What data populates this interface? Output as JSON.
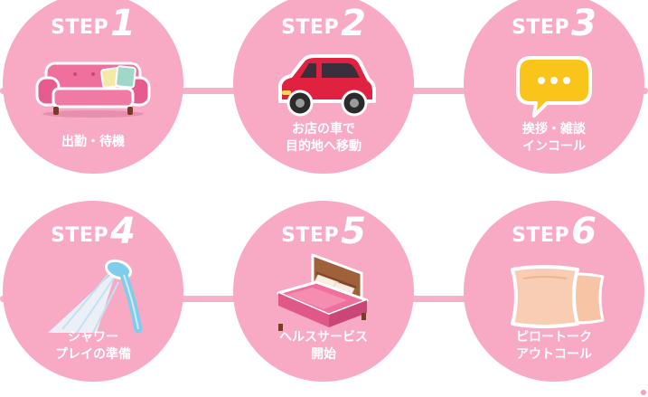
{
  "step_word": "STEP",
  "colors": {
    "circle": "#f8a9c4",
    "connector": "#f6b1c8",
    "text": "#ffffff"
  },
  "steps": [
    {
      "number": "1",
      "lines": [
        "出勤・待機"
      ],
      "icon": "sofa-icon"
    },
    {
      "number": "2",
      "lines": [
        "お店の車で",
        "目的地へ移動"
      ],
      "icon": "car-icon"
    },
    {
      "number": "3",
      "lines": [
        "挨拶・雑談",
        "インコール"
      ],
      "icon": "speech-bubble-icon"
    },
    {
      "number": "4",
      "lines": [
        "シャワー",
        "プレイの準備"
      ],
      "icon": "shower-icon"
    },
    {
      "number": "5",
      "lines": [
        "ヘルスサービス",
        "開始"
      ],
      "icon": "bed-icon"
    },
    {
      "number": "6",
      "lines": [
        "ピロートーク",
        "アウトコール"
      ],
      "icon": "pillows-icon"
    }
  ]
}
